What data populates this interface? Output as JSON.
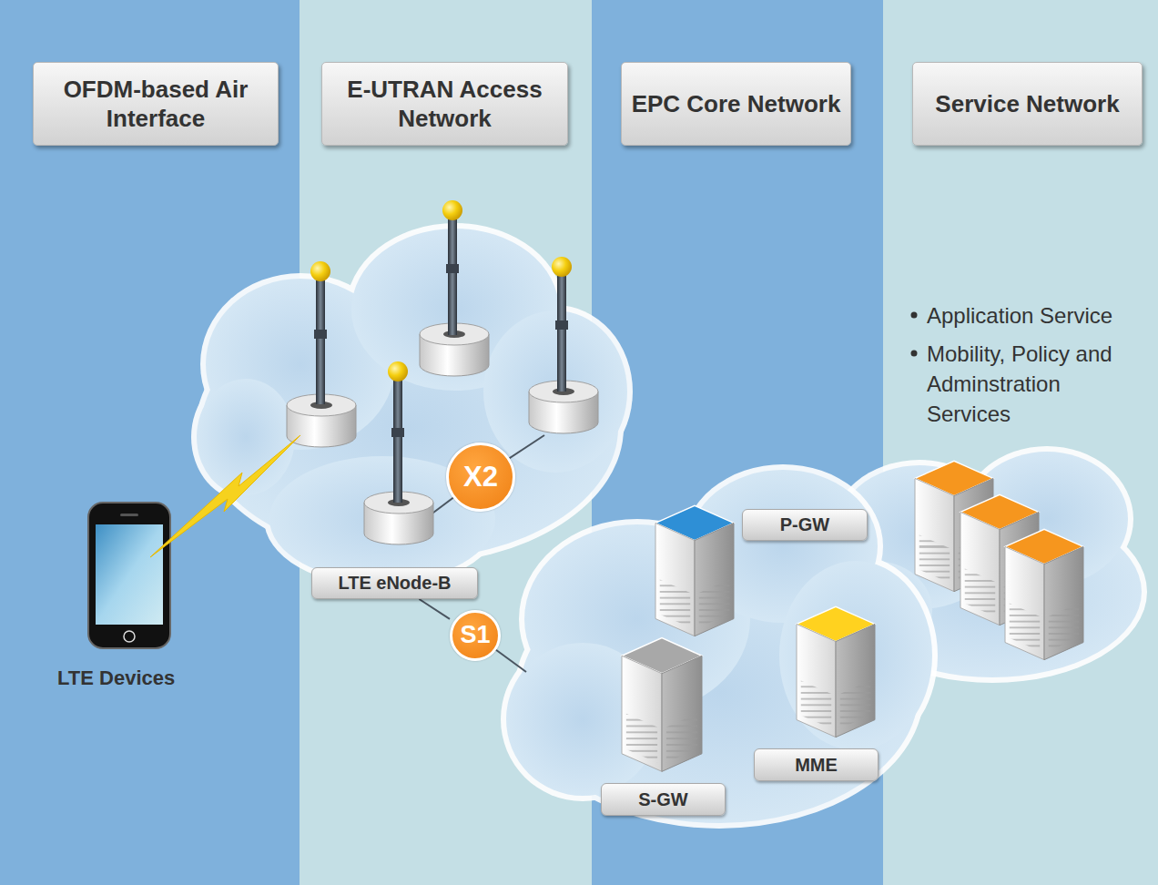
{
  "diagram": {
    "nodes": [
      {
        "text": [
          "OFDM-based Air Interface"
        ]
      },
      {
        "text": [
          "E-UTRAN Access Network"
        ]
      },
      {
        "text": [
          "EPC Core Network"
        ]
      },
      {
        "text": [
          "Service Network"
        ]
      },
      {
        "text": [
          "LTE eNode-B"
        ]
      },
      {
        "text": [
          "P-GW"
        ]
      },
      {
        "text": [
          "MME"
        ]
      },
      {
        "text": [
          "S-GW"
        ]
      },
      {
        "text": [
          "X2"
        ]
      },
      {
        "text": [
          "S1"
        ]
      }
    ],
    "edges": [
      {
        "from": 4,
        "to": 9,
        "arrow": "none"
      }
    ],
    "labels": [
      "LTE Devices",
      "Application Service",
      "Mobility, Policy and Adminstration Services"
    ]
  }
}
